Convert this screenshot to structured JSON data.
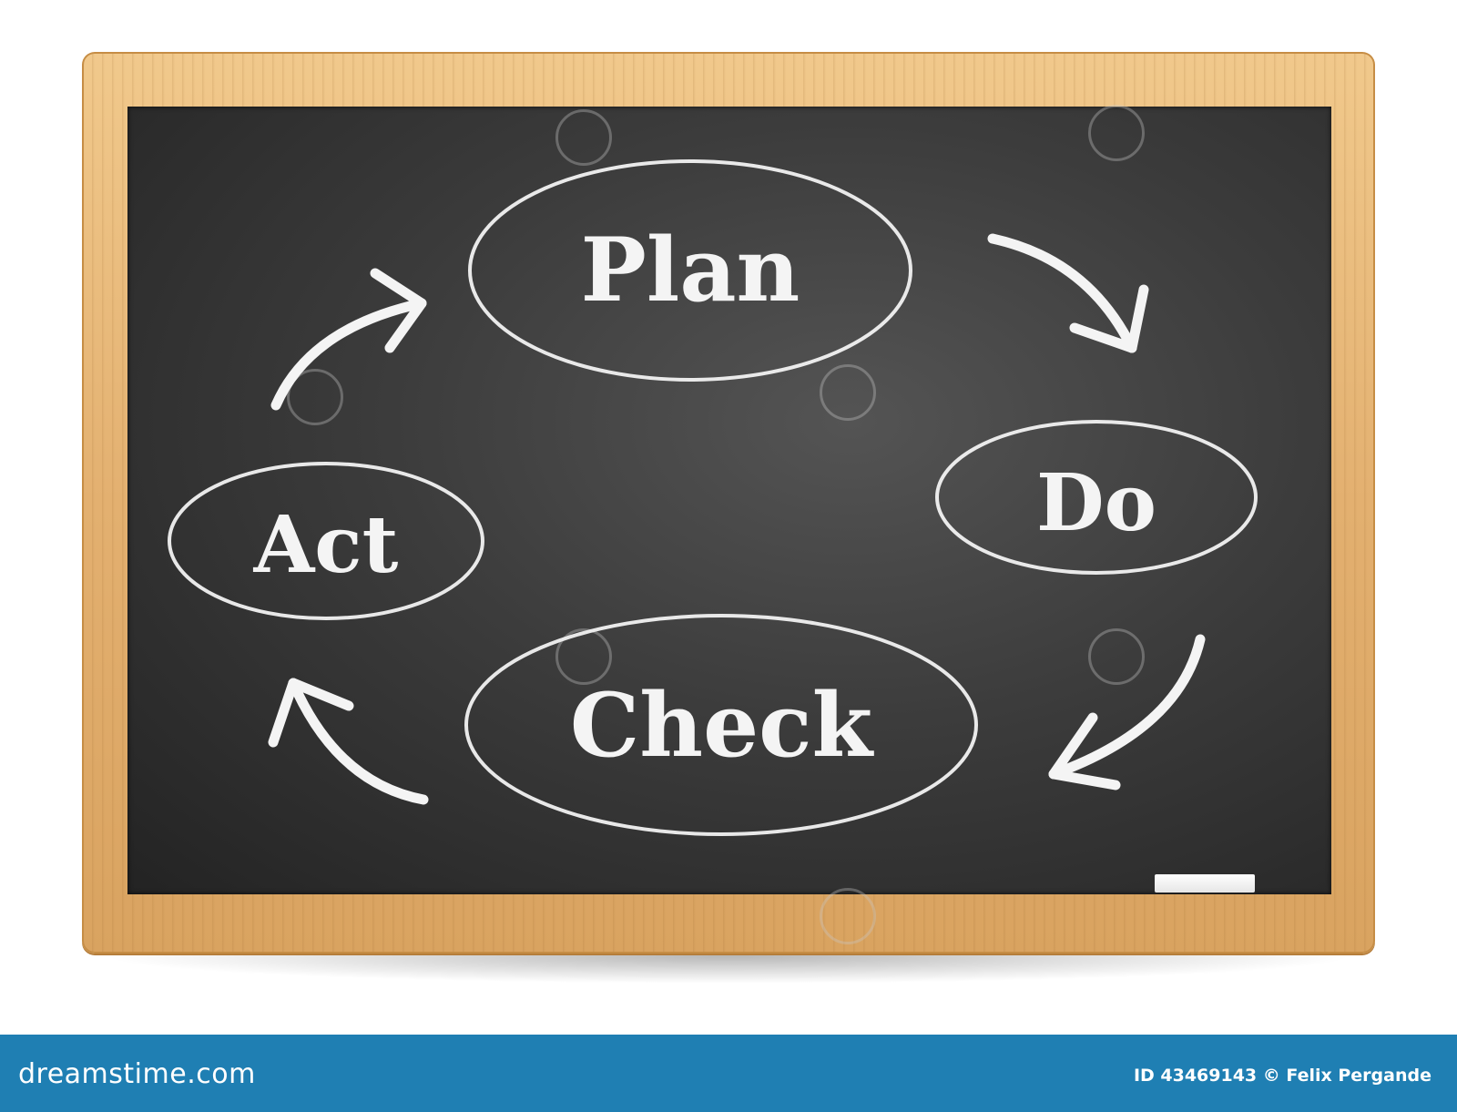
{
  "diagram": {
    "nodes": [
      {
        "id": "plan",
        "label": "Plan"
      },
      {
        "id": "do",
        "label": "Do"
      },
      {
        "id": "check",
        "label": "Check"
      },
      {
        "id": "act",
        "label": "Act"
      }
    ],
    "edges": [
      {
        "from": "plan",
        "to": "do"
      },
      {
        "from": "do",
        "to": "check"
      },
      {
        "from": "check",
        "to": "act"
      },
      {
        "from": "act",
        "to": "plan"
      }
    ]
  },
  "footer": {
    "logo": "dreamstime.com",
    "image_id": "ID 43469143 © Felix Pergande"
  },
  "colors": {
    "chalk": "#f4f4f4",
    "board": "#333333",
    "frame": "#e3b070",
    "footer_bar": "#1f7fb3"
  }
}
